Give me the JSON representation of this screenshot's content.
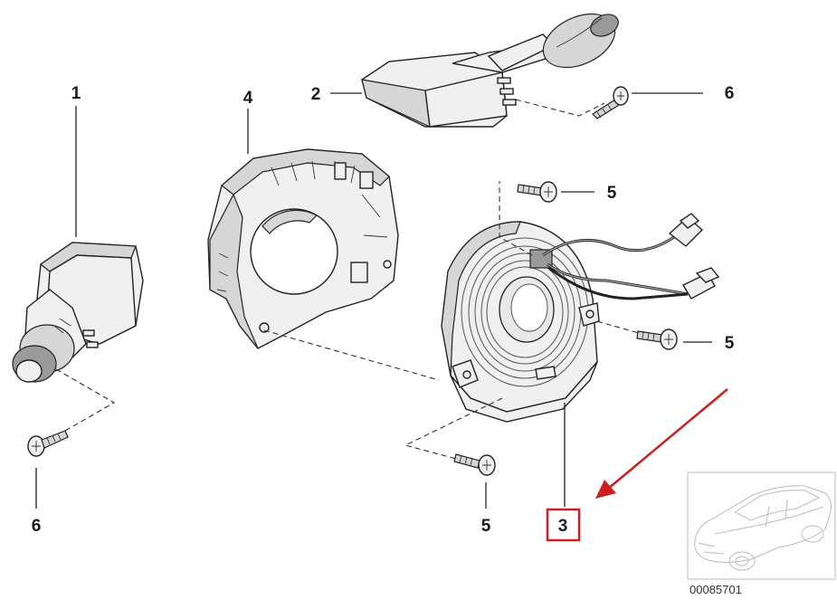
{
  "callouts": {
    "part_1": "1",
    "part_2": "2",
    "part_3": "3",
    "part_4": "4",
    "part_5a": "5",
    "part_5b": "5",
    "part_5c": "5",
    "part_6a": "6",
    "part_6b": "6"
  },
  "highlight": {
    "color": "#cc1f1f",
    "target": "3"
  },
  "thumbnail": {
    "reference_number": "00085701"
  }
}
